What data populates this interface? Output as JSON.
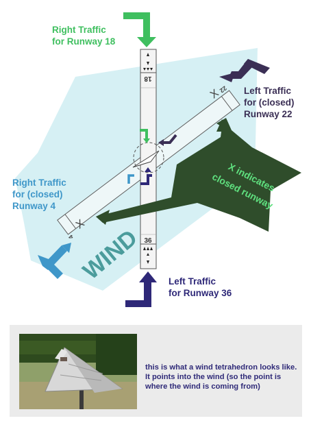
{
  "labels": {
    "right_traffic_18": [
      "Right Traffic",
      "for Runway 18"
    ],
    "left_traffic_22": [
      "Left Traffic",
      "for (closed)",
      "Runway 22"
    ],
    "right_traffic_4": [
      "Right Traffic",
      "for (closed)",
      "Runway 4"
    ],
    "left_traffic_36": [
      "Left Traffic",
      "for Runway 36"
    ]
  },
  "runways": {
    "rw18": "18",
    "rw36": "36",
    "rw22": "22",
    "rw4": "4",
    "closed_mark": "X"
  },
  "wind_label": "WIND",
  "callout": [
    "X indicates",
    "closed runway"
  ],
  "caption": "this is what a wind tetrahedron looks like.  It points into the wind (so the point is where the wind is coming from)",
  "colors": {
    "green": "#3fbf5f",
    "navy": "#2e2878",
    "dark_purple": "#3b2f55",
    "blue": "#3f97c9",
    "wind_area": "#d6f0f4",
    "wind_text": "#4b9c9c",
    "callout": "#2f4d2b",
    "callout_text": "#5fe07f"
  }
}
